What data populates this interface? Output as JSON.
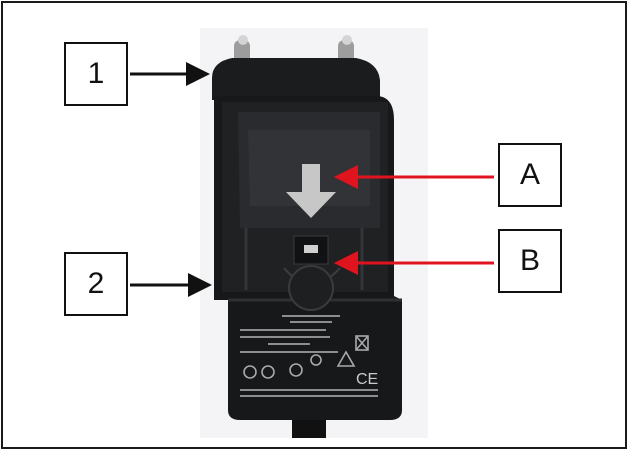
{
  "callouts": [
    {
      "id": "1"
    },
    {
      "id": "2"
    },
    {
      "id": "A"
    },
    {
      "id": "B"
    }
  ],
  "colors": {
    "callout_arrow_black": "#111111",
    "callout_arrow_red": "#e0141e",
    "adapter_body": "#17181a",
    "pin_metal": "#b8b8b8",
    "slide_arrow": "#c8c8c8"
  }
}
